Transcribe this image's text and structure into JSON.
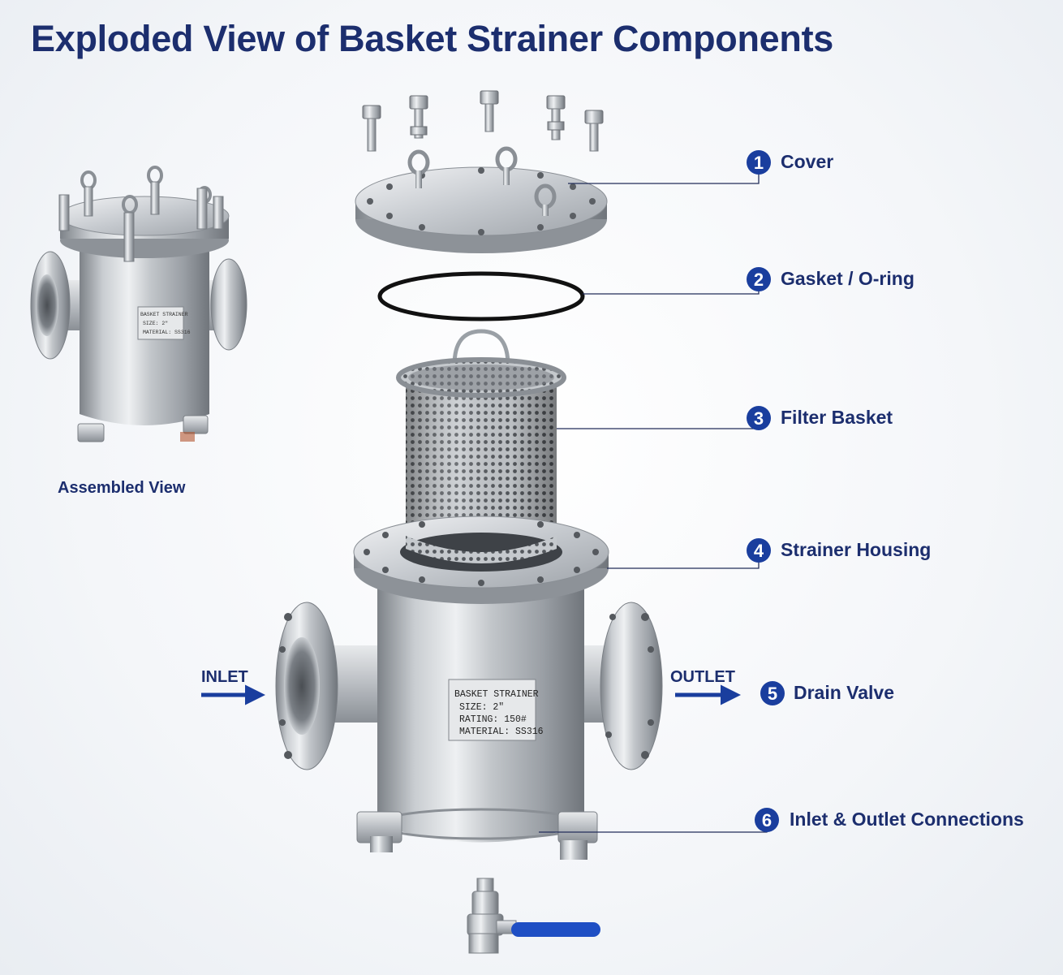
{
  "title": "Exploded View of Basket Strainer Components",
  "assembled_caption": "Assembled View",
  "callouts": [
    {
      "number": "1",
      "label": "Cover"
    },
    {
      "number": "2",
      "label": "Gasket / O-ring"
    },
    {
      "number": "3",
      "label": "Filter Basket"
    },
    {
      "number": "4",
      "label": "Strainer Housing"
    },
    {
      "number": "5",
      "label": "Drain Valve"
    },
    {
      "number": "6",
      "label": "Inlet & Outlet Connections"
    }
  ],
  "flow": {
    "inlet": "INLET",
    "outlet": "OUTLET"
  },
  "nameplate": {
    "line1": "BASKET STRAINER",
    "line2": "SIZE: 2\"",
    "line3": "RATING: 150#",
    "line4": "MATERIAL: SS316"
  },
  "mini_nameplate": {
    "line1": "BASKET STRAINER",
    "line2": "SIZE: 2\"",
    "line3": "MATERIAL: SS316"
  },
  "colors": {
    "title": "#1c2e6e",
    "badge": "#1a3e9e",
    "arrow": "#1a3e9e",
    "valve_handle": "#1f4fc4",
    "steel": "#b4b8bd"
  }
}
